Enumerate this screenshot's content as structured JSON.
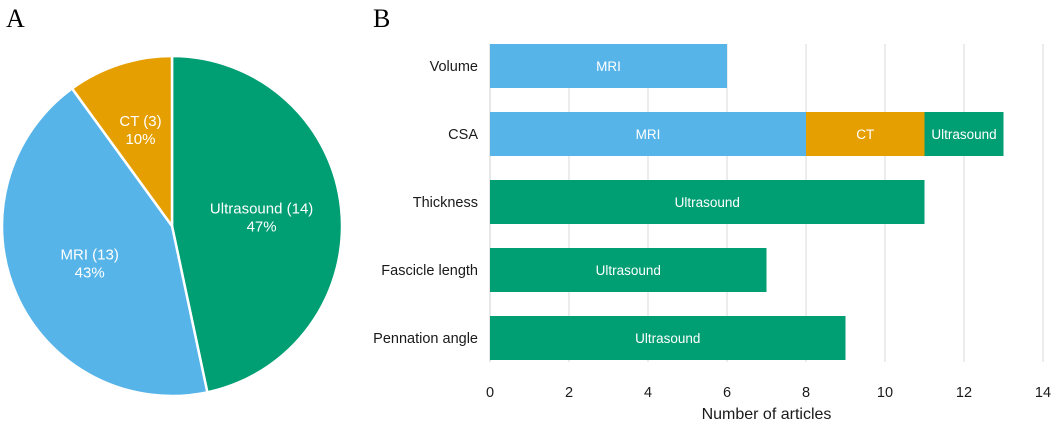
{
  "panels": {
    "a_letter": "A",
    "b_letter": "B"
  },
  "colors": {
    "MRI": "#56B4E9",
    "CT": "#E69F00",
    "Ultrasound": "#009E73",
    "grid": "#d9d9d9",
    "text": "#1a1a1a"
  },
  "chart_data": [
    {
      "type": "pie",
      "title": "",
      "start": "12 o'clock",
      "direction": "clockwise",
      "slices": [
        {
          "name": "Ultrasound",
          "value": 14,
          "percent": "47%",
          "label": "Ultrasound (14)",
          "pct_label": "47%"
        },
        {
          "name": "MRI",
          "value": 13,
          "percent": "43%",
          "label": "MRI (13)",
          "pct_label": "43%"
        },
        {
          "name": "CT",
          "value": 3,
          "percent": "10%",
          "label": "CT (3)",
          "pct_label": "10%"
        }
      ]
    },
    {
      "type": "bar",
      "orientation": "horizontal",
      "stacked": true,
      "categories": [
        "Volume",
        "CSA",
        "Thickness",
        "Fascicle length",
        "Pennation angle"
      ],
      "series": [
        {
          "name": "MRI",
          "values": [
            6,
            8,
            0,
            0,
            0
          ]
        },
        {
          "name": "CT",
          "values": [
            0,
            3,
            0,
            0,
            0
          ]
        },
        {
          "name": "Ultrasound",
          "values": [
            0,
            2,
            11,
            7,
            9
          ]
        }
      ],
      "xlabel": "Number of articles",
      "ylabel": "",
      "xlim": [
        0,
        14
      ],
      "xticks": [
        "0",
        "2",
        "4",
        "6",
        "8",
        "10",
        "12",
        "14"
      ],
      "grid": "vertical",
      "legend": "none"
    }
  ]
}
